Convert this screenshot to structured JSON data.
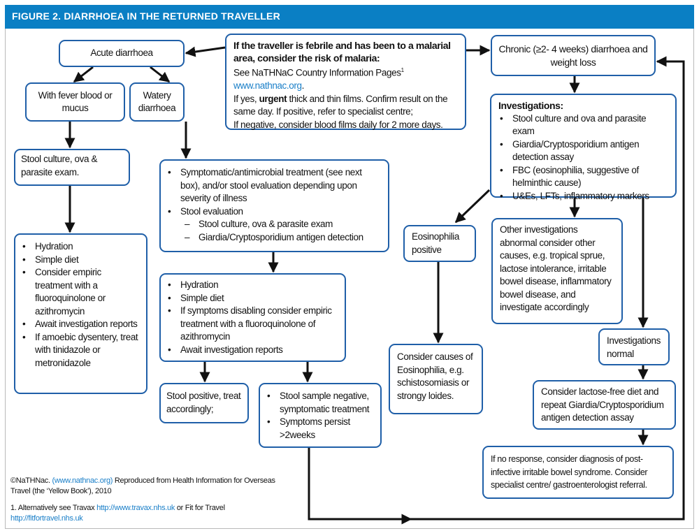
{
  "title": "FIGURE 2. DIARRHOEA IN THE RETURNED TRAVELLER",
  "colors": {
    "header": "#0a7fc4",
    "box_border": "#1f5fa8",
    "link": "#1a7fc8"
  },
  "nodes": {
    "acute": "Acute diarrhoea",
    "fever": "With fever blood or mucus",
    "watery": "Watery diarrhoea",
    "malaria": {
      "heading": "If the traveller is febrile and has been to a malarial area, consider the risk of malaria:",
      "line1": "See NaTHNaC Country Information Pages",
      "sup": "1",
      "link": "www.nathnac.org",
      "dot": ".",
      "yes_pre": "If yes,",
      "urgent": "urgent",
      "yes_post": "thick and thin films. Confirm result on the same day. If positive, refer to specialist centre;",
      "negative": "If negative, consider blood films daily for 2 more days."
    },
    "chronic": "Chronic (≥2- 4 weeks) diarrhoea and weight loss",
    "stool_culture": "Stool culture, ova & parasite exam.",
    "symptomatic": {
      "items": [
        "Symptomatic/antimicrobial treatment (see next box), and/or stool evaluation depending upon severity of illness",
        "Stool evaluation"
      ],
      "sub": [
        "Stool culture, ova & parasite exam",
        "Giardia/Cryptosporidium antigen detection"
      ]
    },
    "investigations": {
      "heading": "Investigations:",
      "items": [
        "Stool culture and ova and parasite exam",
        "Giardia/Cryptosporidium antigen detection assay",
        "FBC (eosinophilia, suggestive of helminthic cause)",
        "U&Es, LFTs, inflammatory markers"
      ]
    },
    "hydration_left": [
      "Hydration",
      "Simple diet",
      "Consider empiric treatment with a fluoroquinolone or azithromycin",
      "Await investigation reports",
      "If amoebic dysentery, treat with tinidazole or metronidazole"
    ],
    "eosinophilia": "Eosinophilia positive",
    "other_inv": "Other investigations abnormal consider other causes, e.g. tropical sprue, lactose intolerance, irritable bowel disease, inflammatory bowel disease, and investigate accordingly",
    "hydration_mid": [
      "Hydration",
      "Simple diet",
      "If symptoms disabling consider empiric treatment with a fluoroquinolone of azithromycin",
      "Await investigation reports"
    ],
    "inv_normal": "Investigations normal",
    "eos_causes": "Consider causes of Eosinophilia, e.g. schistosomiasis or strongy loides.",
    "stool_pos": "Stool positive, treat accordingly;",
    "stool_neg": [
      "Stool sample negative, symptomatic treatment",
      "Symptoms persist >2weeks"
    ],
    "lactose": "Consider lactose-free diet and repeat Giardia/Cryptosporidium antigen detection assay",
    "no_response": "If no response, consider diagnosis of post-infective irritable bowel syndrome. Consider specialist centre/ gastroenterologist referral."
  },
  "footer": {
    "copy": "©NaTHNac.",
    "copy_link": "(www.nathnac.org)",
    "copy_rest": "Reproduced from Health Information for Overseas Travel (the ‘Yellow Book’), 2010",
    "note_pre": "1. Alternatively see Travax",
    "note_link1": "http://www.travax.nhs.uk",
    "note_mid": "or Fit for Travel",
    "note_link2": "http://fitfortravel.nhs.uk"
  }
}
